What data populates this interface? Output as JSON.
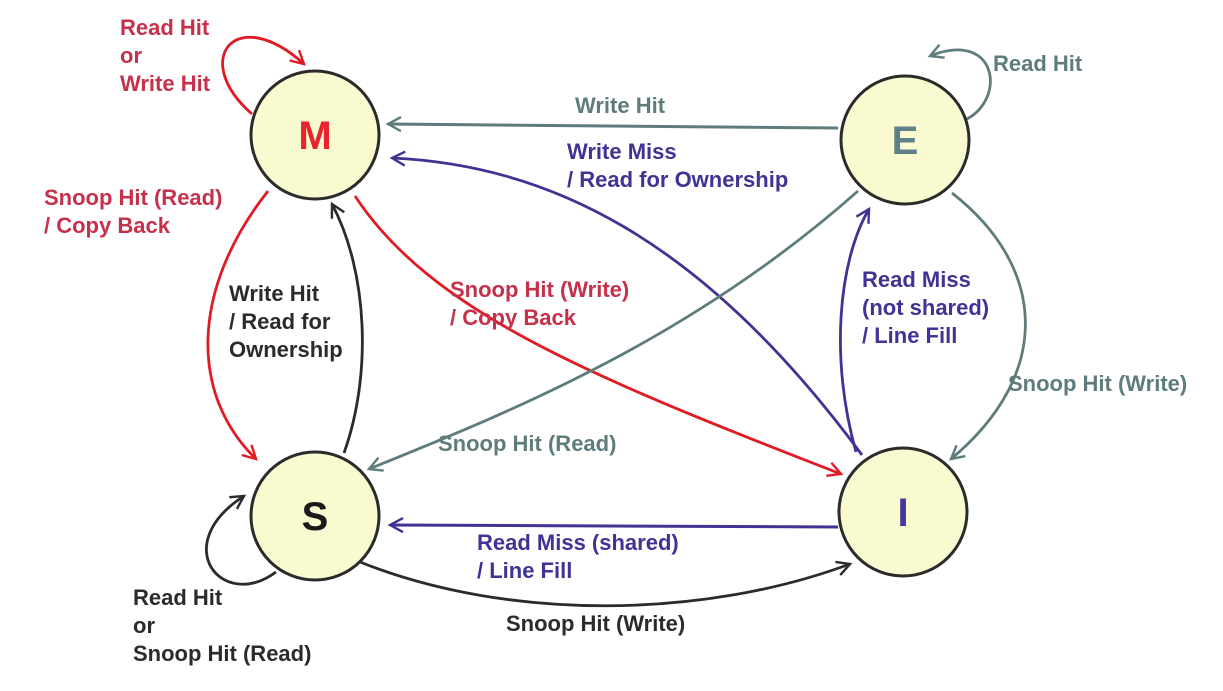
{
  "diagram": {
    "kind": "state-transition-diagram",
    "protocol_states": [
      "M",
      "E",
      "S",
      "I"
    ]
  },
  "colors": {
    "red_arrow": "#e01b24",
    "crimson_text": "#c5314a",
    "gray": "#5f7c7c",
    "purple": "#3f3494",
    "black": "#2b2b2b",
    "state_fill": "#fafad0",
    "state_border": "#2b2b2b"
  },
  "states": {
    "modified": {
      "letter": "M"
    },
    "exclusive": {
      "letter": "E"
    },
    "shared": {
      "letter": "S"
    },
    "invalid": {
      "letter": "I"
    }
  },
  "transitions": {
    "m_self_loop": {
      "from": "M",
      "to": "M",
      "label": "Read Hit\nor\nWrite Hit"
    },
    "e_self_loop": {
      "from": "E",
      "to": "E",
      "label": "Read Hit"
    },
    "s_self_loop": {
      "from": "S",
      "to": "S",
      "label": "Read Hit\nor\nSnoop Hit (Read)"
    },
    "e_to_m": {
      "from": "E",
      "to": "M",
      "label": "Write Hit"
    },
    "i_to_m": {
      "from": "I",
      "to": "M",
      "label": "Write Miss\n/ Read for Ownership"
    },
    "m_to_s": {
      "from": "M",
      "to": "S",
      "label": "Snoop Hit (Read)\n/ Copy Back"
    },
    "s_to_m": {
      "from": "S",
      "to": "M",
      "label": "Write Hit\n/ Read for\nOwnership"
    },
    "m_to_i": {
      "from": "M",
      "to": "I",
      "label": "Snoop Hit (Write)\n/ Copy Back"
    },
    "e_to_s": {
      "from": "E",
      "to": "S",
      "label": "Snoop Hit (Read)"
    },
    "i_to_e": {
      "from": "I",
      "to": "E",
      "label": "Read Miss\n(not shared)\n/ Line Fill"
    },
    "e_to_i": {
      "from": "E",
      "to": "I",
      "label": "Snoop Hit (Write)"
    },
    "i_to_s": {
      "from": "I",
      "to": "S",
      "label": "Read Miss (shared)\n/ Line Fill"
    },
    "s_to_i": {
      "from": "S",
      "to": "I",
      "label": "Snoop Hit (Write)"
    }
  }
}
